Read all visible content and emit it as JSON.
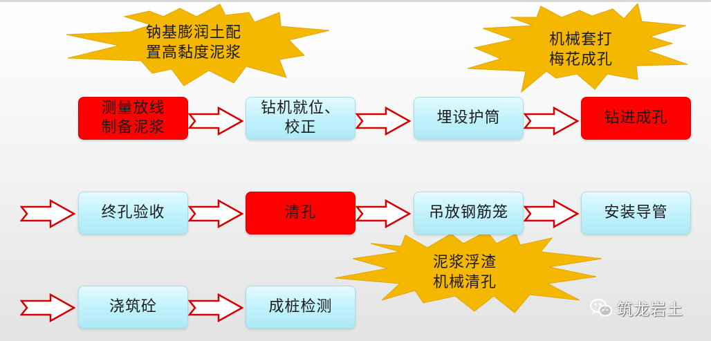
{
  "flow": {
    "steps": [
      {
        "label": "测量放线\n制备泥浆",
        "style": "red"
      },
      {
        "label": "钻机就位、\n校正",
        "style": "cyan"
      },
      {
        "label": "埋设护筒",
        "style": "cyan"
      },
      {
        "label": "钻进成孔",
        "style": "red"
      },
      {
        "label": "终孔验收",
        "style": "cyan"
      },
      {
        "label": "清孔",
        "style": "red"
      },
      {
        "label": "吊放钢筋笼",
        "style": "cyan"
      },
      {
        "label": "安装导管",
        "style": "cyan"
      },
      {
        "label": "浇筑砼",
        "style": "cyan"
      },
      {
        "label": "成桩检测",
        "style": "cyan"
      }
    ]
  },
  "callouts": [
    {
      "label": "钠基膨润土配\n置高黏度泥浆"
    },
    {
      "label": "机械套打\n梅花成孔"
    },
    {
      "label": "泥浆浮渣\n机械清孔"
    }
  ],
  "watermark": {
    "label": "筑龙岩土",
    "icon": "wechat-icon"
  },
  "colors": {
    "burst": "#f5b800",
    "red": "#ff0000",
    "cyan": "#bff1fb",
    "arrow": "#d40000"
  }
}
